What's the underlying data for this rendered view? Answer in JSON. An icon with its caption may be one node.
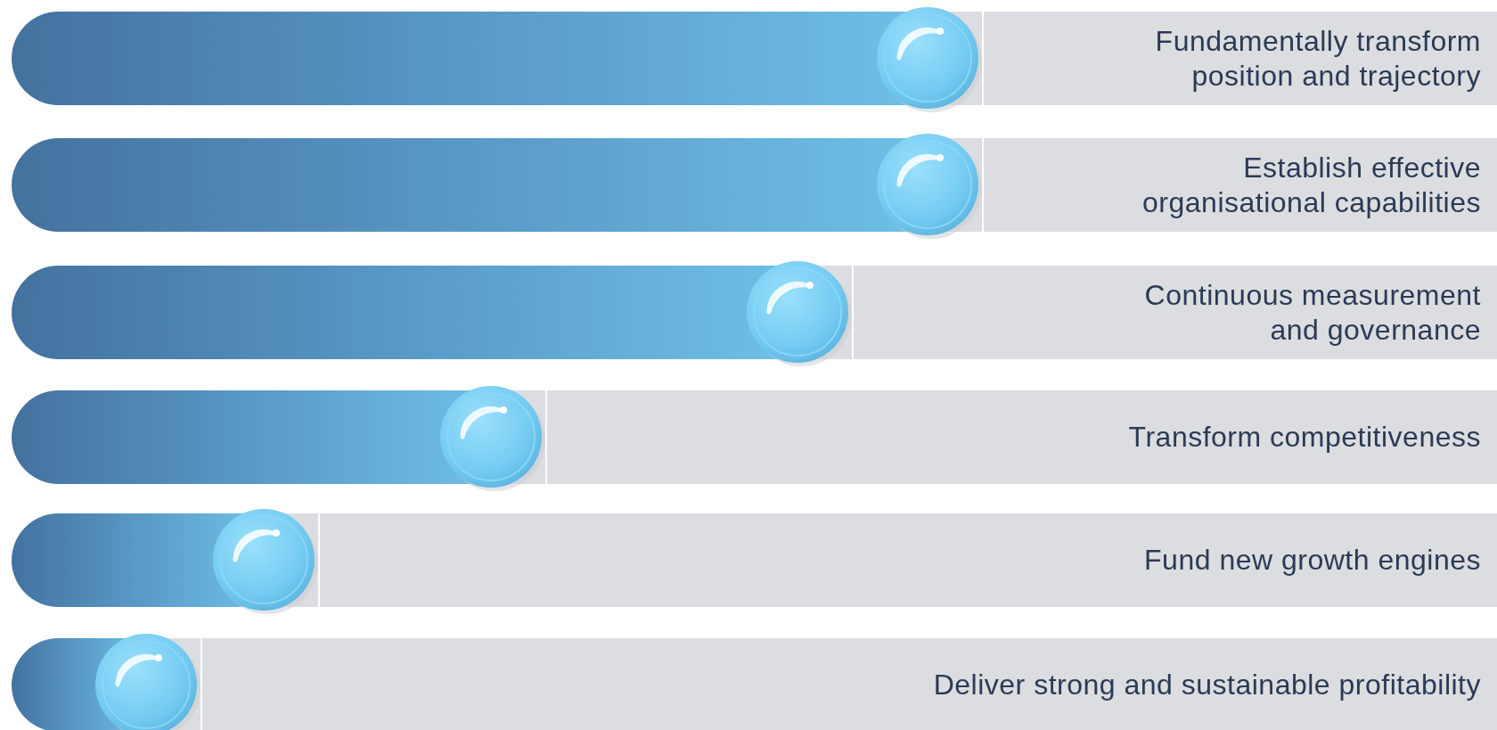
{
  "diagram": {
    "nodes": [
      {
        "text": [
          "Fundamentally transform position and trajectory"
        ]
      },
      {
        "text": [
          "Establish effective organisational capabilities"
        ]
      },
      {
        "text": [
          "Continuous measurement and governance"
        ]
      },
      {
        "text": [
          "Transform competitiveness"
        ]
      },
      {
        "text": [
          "Fund new growth engines"
        ]
      },
      {
        "text": [
          "Deliver strong and sustainable profitability"
        ]
      }
    ]
  }
}
